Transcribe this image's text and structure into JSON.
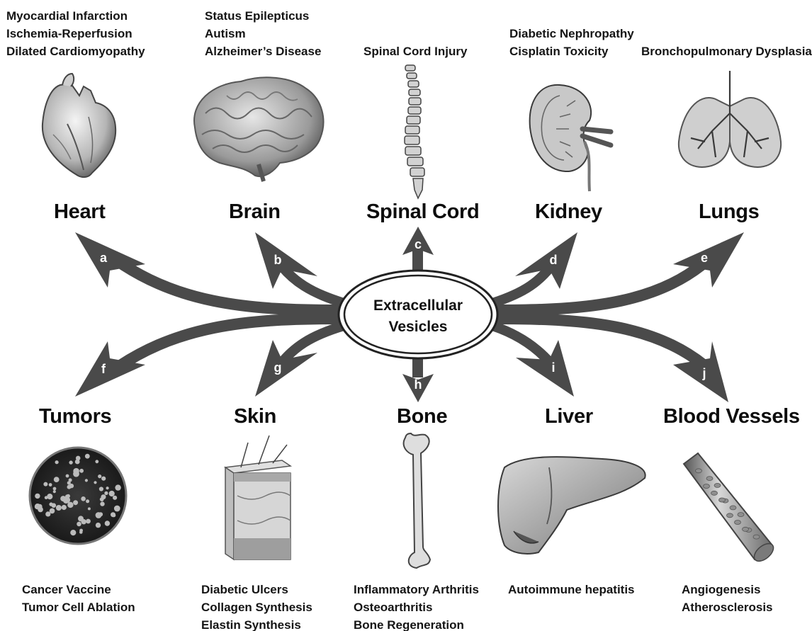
{
  "center": {
    "line1": "Extracellular",
    "line2": "Vesicles"
  },
  "organs": {
    "heart": {
      "label": "Heart",
      "letter": "a",
      "conditions": [
        "Myocardial Infarction",
        "Ischemia-Reperfusion",
        "Dilated Cardiomyopathy"
      ]
    },
    "brain": {
      "label": "Brain",
      "letter": "b",
      "conditions": [
        "Status Epilepticus",
        "Autism",
        "Alzheimer’s Disease"
      ]
    },
    "spinal": {
      "label": "Spinal Cord",
      "letter": "c",
      "conditions": [
        "Spinal Cord Injury"
      ]
    },
    "kidney": {
      "label": "Kidney",
      "letter": "d",
      "conditions": [
        "Diabetic Nephropathy",
        "Cisplatin Toxicity"
      ]
    },
    "lungs": {
      "label": "Lungs",
      "letter": "e",
      "conditions": [
        "Bronchopulmonary Dysplasia"
      ]
    },
    "tumors": {
      "label": "Tumors",
      "letter": "f",
      "conditions": [
        "Cancer Vaccine",
        "Tumor Cell Ablation"
      ]
    },
    "skin": {
      "label": "Skin",
      "letter": "g",
      "conditions": [
        "Diabetic Ulcers",
        "Collagen Synthesis",
        "Elastin Synthesis"
      ]
    },
    "bone": {
      "label": "Bone",
      "letter": "h",
      "conditions": [
        "Inflammatory Arthritis",
        "Osteoarthritis",
        "Bone Regeneration"
      ]
    },
    "liver": {
      "label": "Liver",
      "letter": "i",
      "conditions": [
        "Autoimmune hepatitis"
      ]
    },
    "vessels": {
      "label": "Blood Vessels",
      "letter": "j",
      "conditions": [
        "Angiogenesis",
        "Atherosclerosis"
      ]
    }
  },
  "colors": {
    "arrow": "#4a4a4a",
    "illustration": "#8a8a8a",
    "illustration_dark": "#3a3a3a"
  }
}
